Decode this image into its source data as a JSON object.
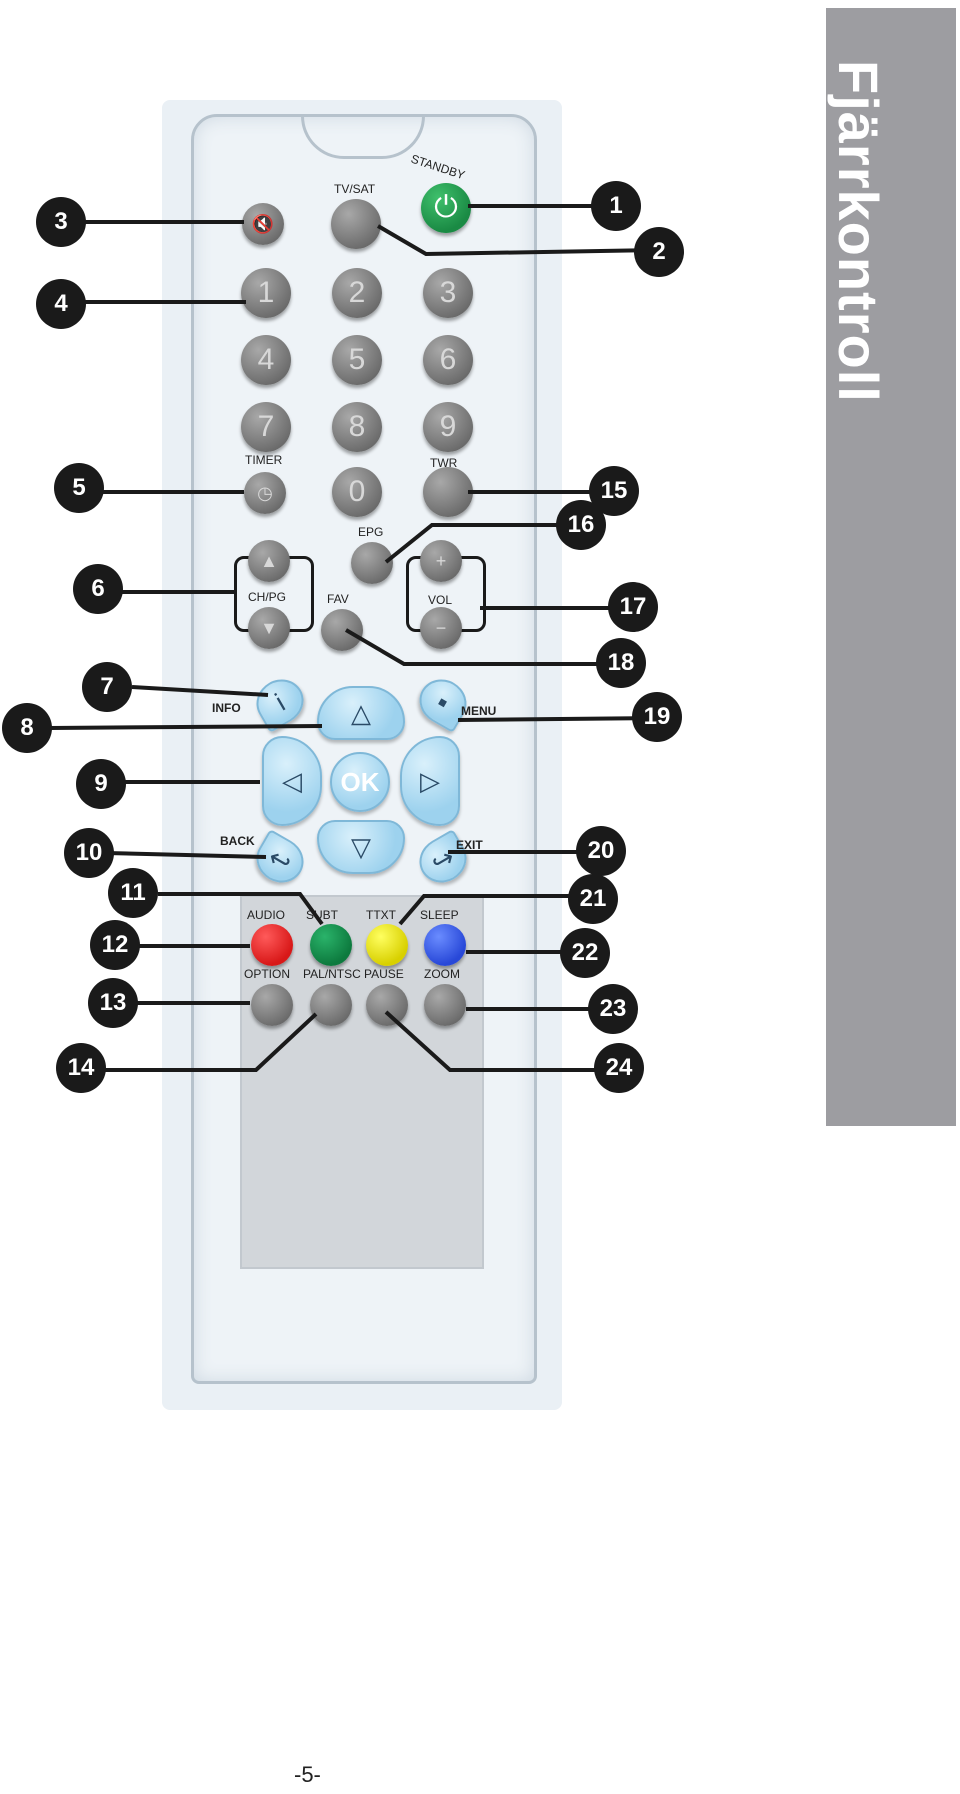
{
  "side_title": "Fjärrkontroll",
  "page_number": "-5-",
  "labels": {
    "tvsat": "TV/SAT",
    "standby": "STANDBY",
    "timer": "TIMER",
    "twr": "TWR",
    "epg": "EPG",
    "chpg": "CH/PG",
    "vol": "VOL",
    "fav": "FAV",
    "info": "INFO",
    "menu": "MENU",
    "back": "BACK",
    "exit": "EXIT",
    "audio": "AUDIO",
    "subt": "SUBT",
    "ttxt": "TTXT",
    "sleep": "SLEEP",
    "option": "OPTION",
    "palntsc": "PAL/NTSC",
    "pause": "PAUSE",
    "zoom": "ZOOM",
    "ok": "OK"
  },
  "digits": [
    "1",
    "2",
    "3",
    "4",
    "5",
    "6",
    "7",
    "8",
    "9",
    "0"
  ],
  "callouts": [
    "1",
    "2",
    "3",
    "4",
    "5",
    "6",
    "7",
    "8",
    "9",
    "10",
    "11",
    "12",
    "13",
    "14",
    "15",
    "16",
    "17",
    "18",
    "19",
    "20",
    "21",
    "22",
    "23",
    "24"
  ]
}
